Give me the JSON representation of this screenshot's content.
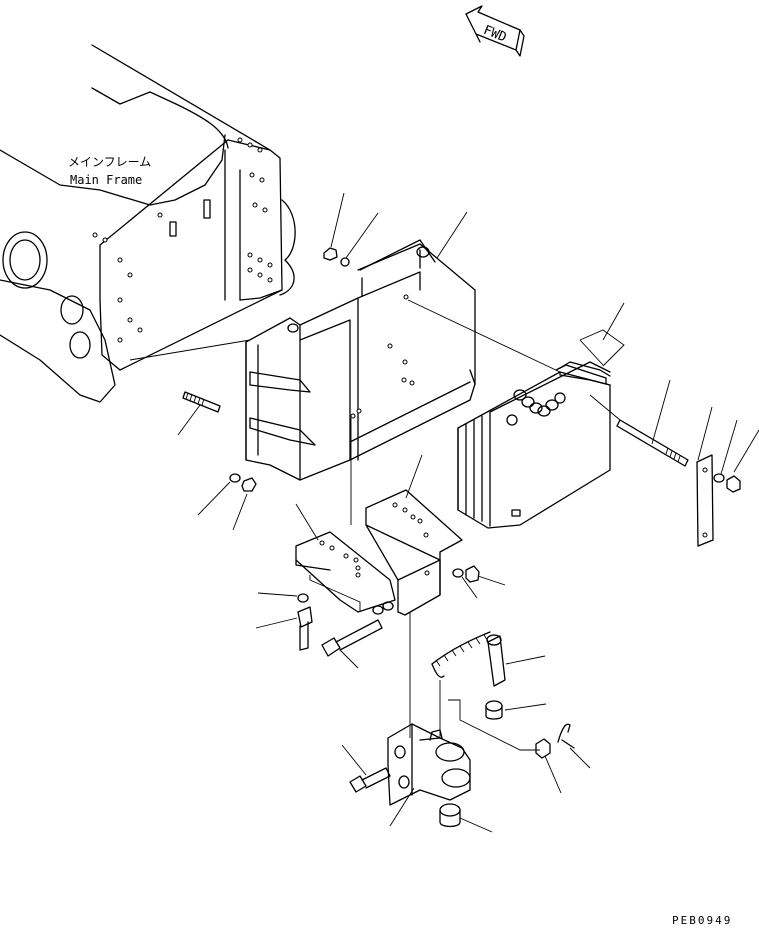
{
  "fwd_arrow": {
    "label": "FWD"
  },
  "main_frame": {
    "label_jp": "メインフレーム",
    "label_en": "Main Frame"
  },
  "drawing_code": "PEB0949"
}
